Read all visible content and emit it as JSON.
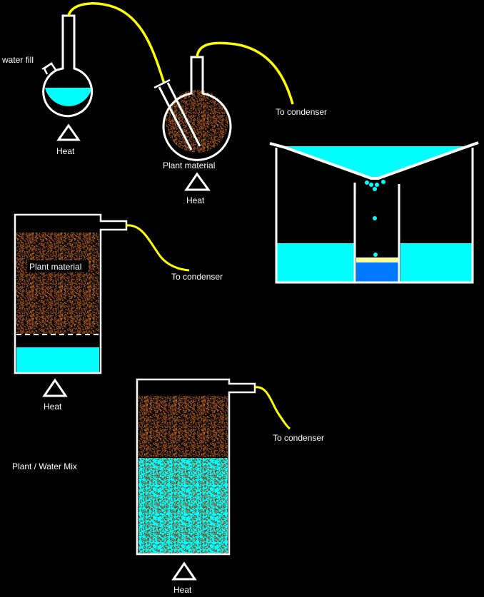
{
  "labels": {
    "water_fill": "water fill",
    "heat_1": "Heat",
    "plant_material_1": "Plant material",
    "heat_2": "Heat",
    "to_condenser_1": "To condenser",
    "plant_material_2": "Plant material",
    "to_condenser_2": "To condenser",
    "heat_3": "Heat",
    "plant_water_mix": "Plant / Water Mix",
    "to_condenser_3": "To condenser",
    "heat_4": "Heat"
  },
  "colors": {
    "water": "#00FFFF",
    "tube": "#FFFF00",
    "plant": "#8B4513",
    "oil": "#FFFF99",
    "hydrosol": "#0078FF",
    "glass": "#FFFFFF"
  }
}
